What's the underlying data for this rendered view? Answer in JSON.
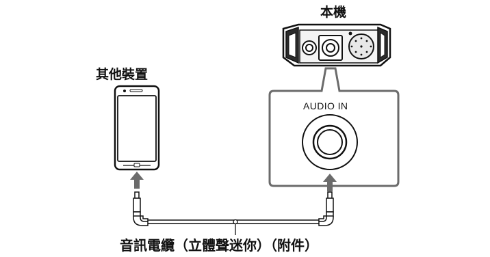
{
  "labels": {
    "main_unit": "本機",
    "other_device": "其他裝置",
    "input_label": "AUDIO IN",
    "cable": "音訊電纜（立體聲迷你）（附件）"
  },
  "colors": {
    "outline": "#111111",
    "panel_fill": "#ffffff",
    "callout_border": "#6b6b6b",
    "device_body": "#eeeeee",
    "arrow": "#6b6b6b"
  },
  "icons": [
    "phone-icon",
    "speaker-unit-icon",
    "audio-jack-icon",
    "arrow-up-icon",
    "mini-plug-icon"
  ]
}
